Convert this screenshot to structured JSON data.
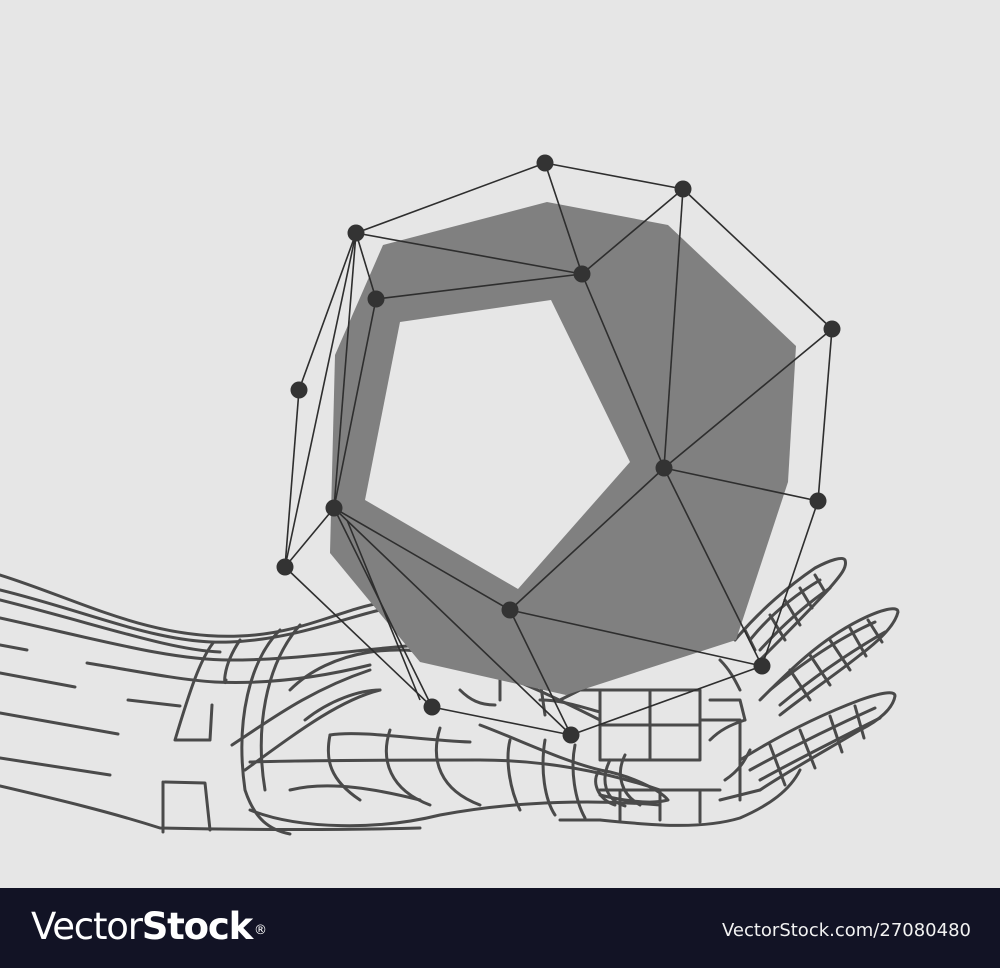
{
  "image": {
    "description": "Wireframe hand holding a low-poly dodecahedron with connected nodes",
    "background_color": "#e6e6e6",
    "shape_fill": "#808080",
    "node_color": "#333333",
    "line_color": "#2e2e2e",
    "hand_stroke": "#4a4a4a"
  },
  "footer": {
    "brand_light": "Vector",
    "brand_bold": "Stock",
    "brand_mark": "®",
    "image_id": "VectorStock.com/27080480",
    "background_color": "#121325"
  }
}
